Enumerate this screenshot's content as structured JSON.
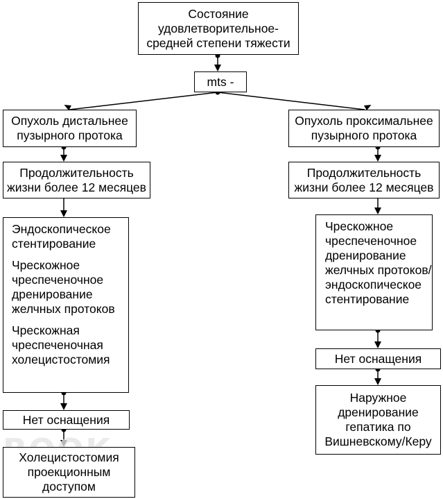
{
  "watermark": "BOOK",
  "nodes": {
    "status": [
      "Состояние",
      "удовлетворительное-",
      "средней степени тяжести"
    ],
    "mts": "mts -",
    "left": {
      "tumor": [
        "Опухоль дистальнее",
        "пузырного протока"
      ],
      "life": [
        "Продолжительность",
        "жизни более 12 месяцев"
      ],
      "options": {
        "endo": [
          "Эндоскопическое",
          "стентирование"
        ],
        "drain": [
          "Чрескожное",
          "чреспеченочное",
          "дренирование",
          "желчных протоков"
        ],
        "chole": [
          "Чрескожная",
          "чреспеченочная",
          "холецистостомия"
        ]
      },
      "no_equipment": "Нет оснащения",
      "final": [
        "Холецистостомия",
        "проекционным",
        "доступом"
      ]
    },
    "right": {
      "tumor": [
        "Опухоль проксимальнее",
        "пузырного протока"
      ],
      "life": [
        "Продолжительность",
        "жизни более 12 месяцев"
      ],
      "options": [
        "Чрескожное",
        "чреспеченочное",
        "дренирование",
        "желчных протоков/",
        "эндоскопическое",
        "стентирование"
      ],
      "no_equipment": "Нет оснащения",
      "final": [
        "Наружное",
        "дренирование",
        "гепатика по",
        "Вишневскому/Керу"
      ]
    }
  }
}
